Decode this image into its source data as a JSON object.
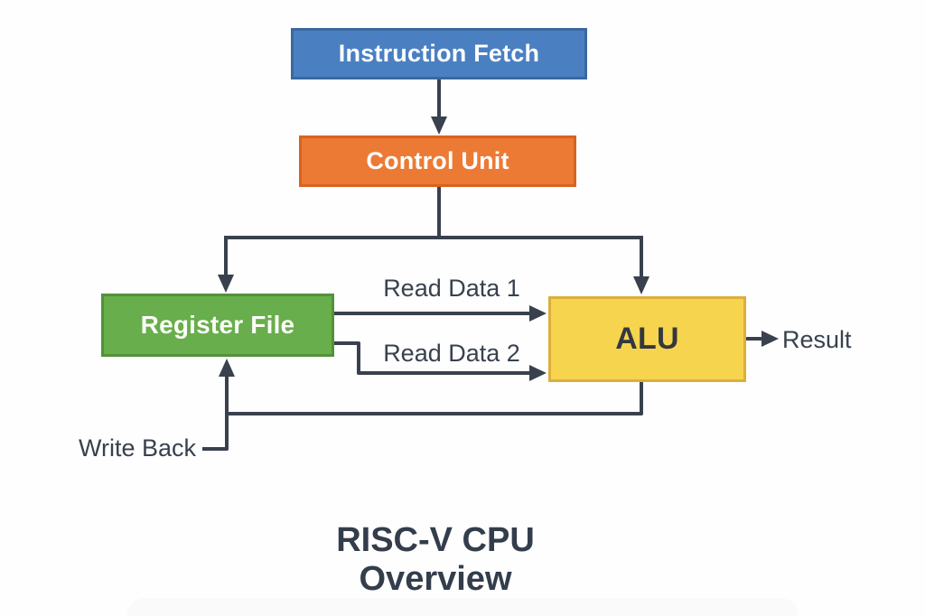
{
  "diagram": {
    "title": "RISC-V CPU Overview",
    "nodes": [
      {
        "id": "instruction-fetch",
        "label": "Instruction Fetch",
        "fill": "#4a80c2",
        "border": "#3a689f",
        "text_color": "#ffffff"
      },
      {
        "id": "control-unit",
        "label": "Control Unit",
        "fill": "#ec7a35",
        "border": "#d8631f",
        "text_color": "#ffffff"
      },
      {
        "id": "register-file",
        "label": "Register File",
        "fill": "#68ae4c",
        "border": "#53913a",
        "text_color": "#ffffff"
      },
      {
        "id": "alu",
        "label": "ALU",
        "fill": "#f7d44e",
        "border": "#dcae3c",
        "text_color": "#33383f"
      }
    ],
    "edges": [
      {
        "from": "instruction-fetch",
        "to": "control-unit",
        "label": ""
      },
      {
        "from": "control-unit",
        "to": "register-file",
        "label": ""
      },
      {
        "from": "control-unit",
        "to": "alu",
        "label": ""
      },
      {
        "from": "register-file",
        "to": "alu",
        "label": "Read Data 1"
      },
      {
        "from": "register-file",
        "to": "alu",
        "label": "Read Data 2"
      },
      {
        "from": "alu",
        "to": "output",
        "label": "Result"
      },
      {
        "from": "alu",
        "to": "register-file",
        "label": "Write Back"
      }
    ],
    "edge_labels": {
      "read_data_1": "Read Data 1",
      "read_data_2": "Read Data 2",
      "result": "Result",
      "write_back": "Write Back"
    },
    "line_color": "#39414e",
    "background_color": "#fefefe"
  }
}
